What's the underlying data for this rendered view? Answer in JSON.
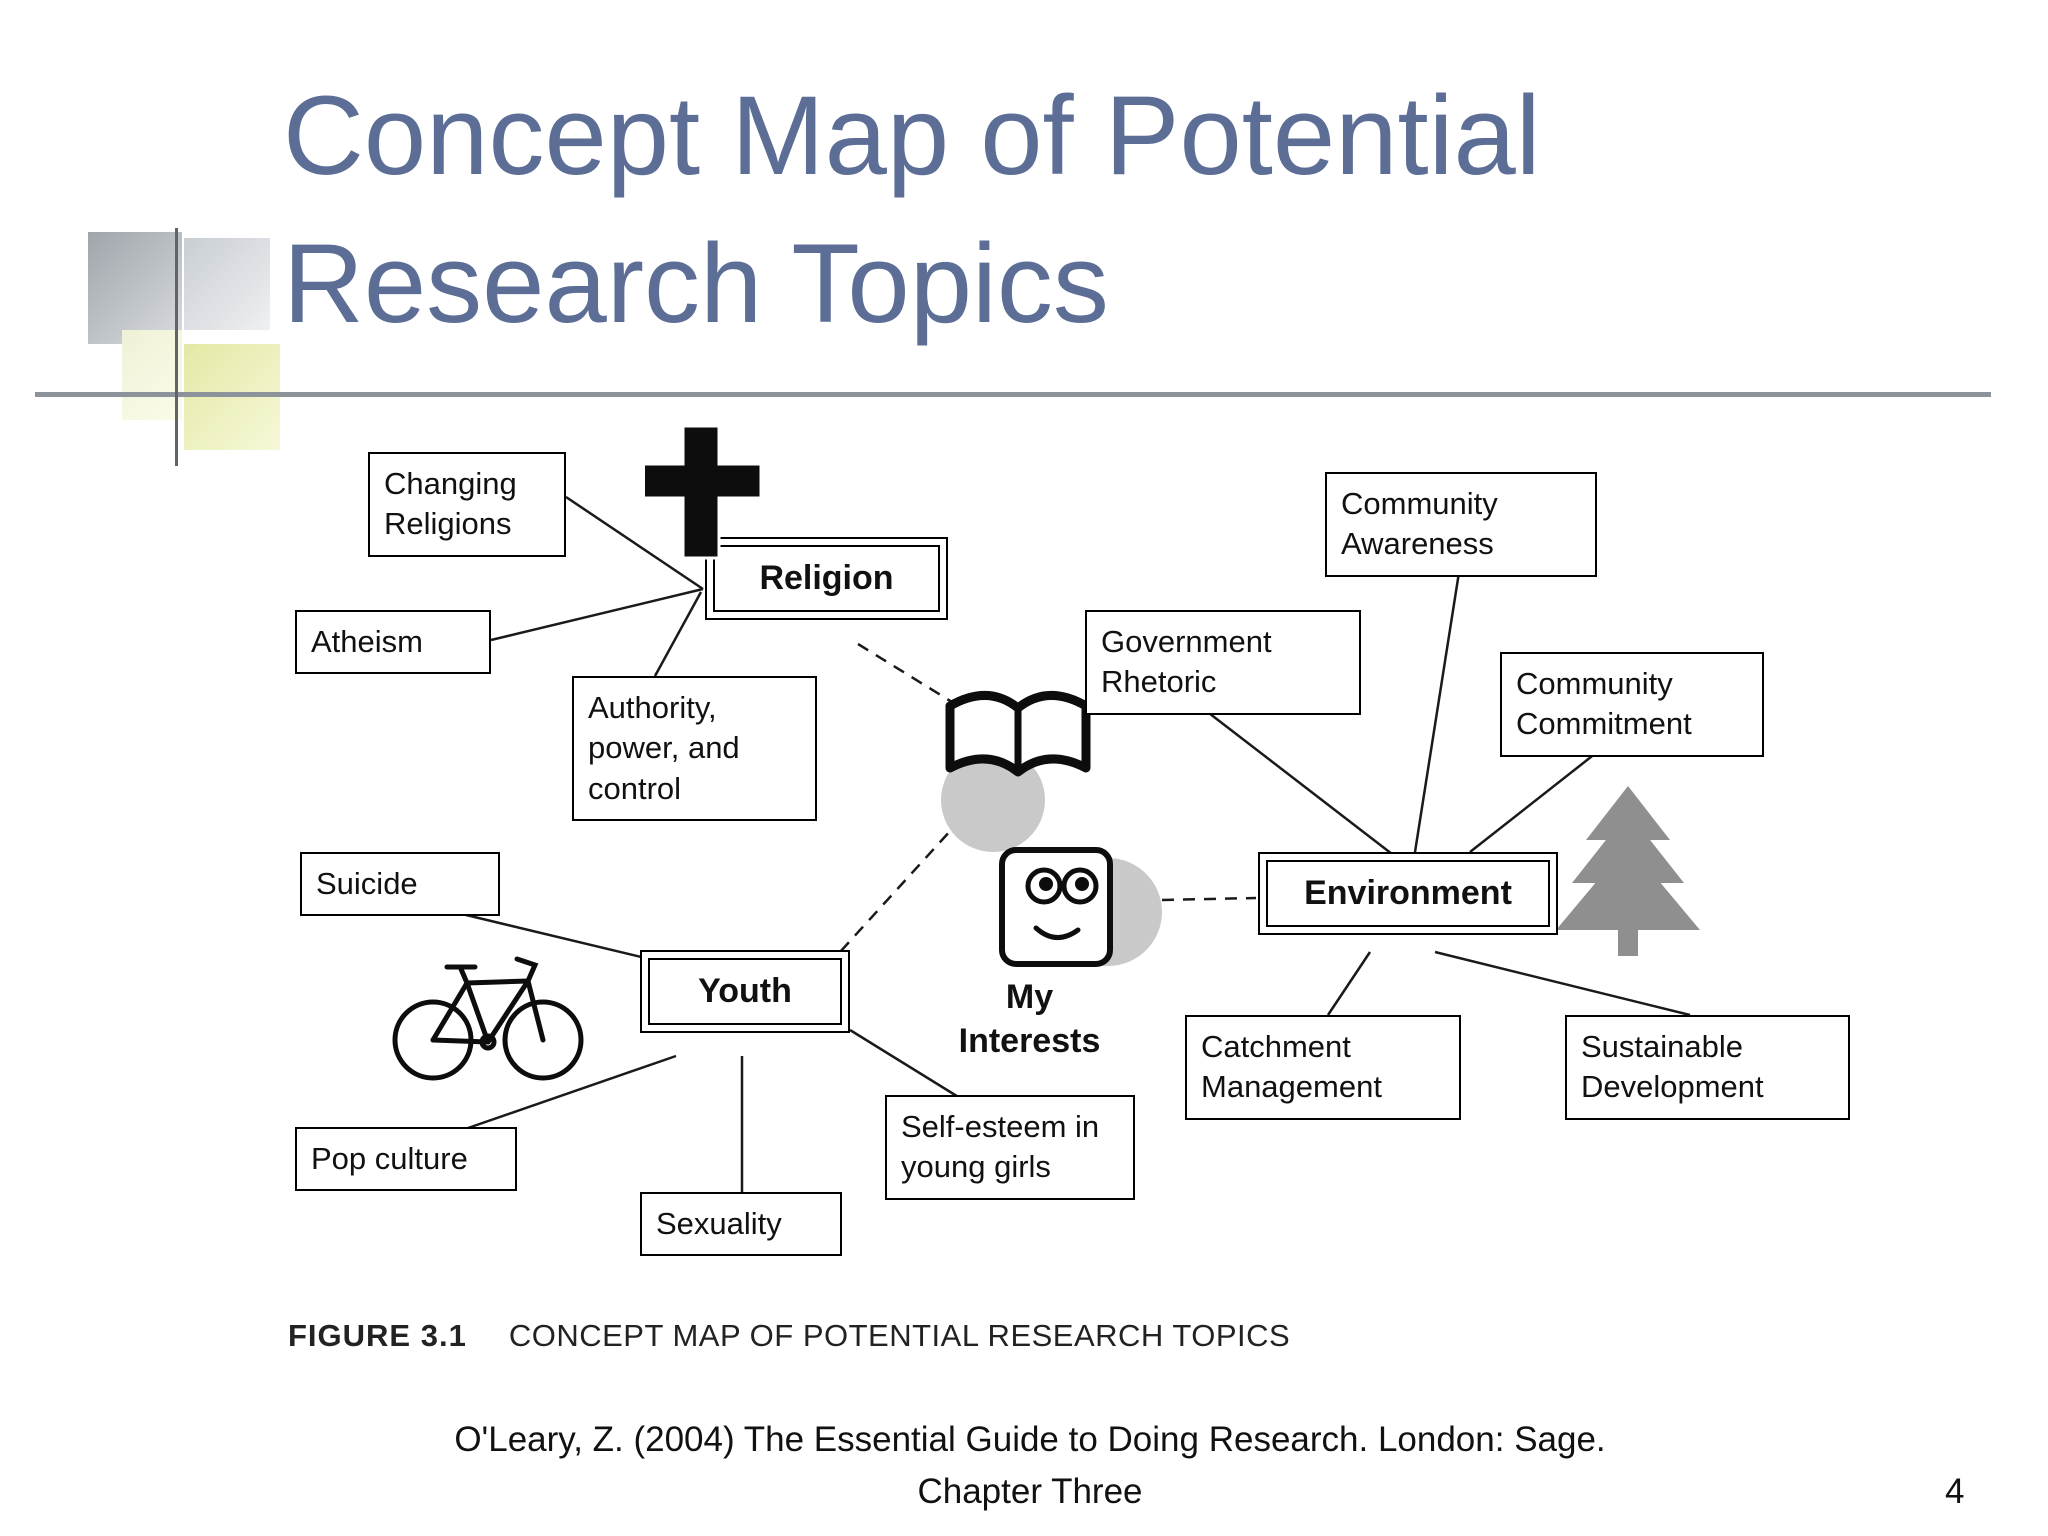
{
  "slide": {
    "title_lines": [
      "Concept Map of Potential",
      "Research Topics"
    ],
    "figure_caption": {
      "label": "FIGURE 3.1",
      "text": "CONCEPT MAP OF POTENTIAL RESEARCH TOPICS"
    },
    "footer": {
      "citation": "O'Leary, Z. (2004) The Essential Guide to Doing Research. London: Sage.",
      "chapter": "Chapter Three",
      "page_number": "4"
    }
  },
  "colors": {
    "title_text": "#5c6e95",
    "rule": "#8d939a",
    "node_border": "#000000",
    "tree": "#8f8f8f",
    "icon_circle": "#c9c9c9"
  },
  "diagram": {
    "hub_label": "My Interests",
    "main_topics": {
      "religion": "Religion",
      "youth": "Youth",
      "environment": "Environment"
    },
    "subtopics": {
      "changing_religions": "Changing Religions",
      "atheism": "Atheism",
      "authority": "Authority, power, and control",
      "suicide": "Suicide",
      "pop_culture": "Pop culture",
      "sexuality": "Sexuality",
      "self_esteem": "Self-esteem in young girls",
      "government_rhetoric": "Government Rhetoric",
      "community_awareness": "Community Awareness",
      "community_commitment": "Community Commitment",
      "catchment_management": "Catchment Management",
      "sustainable_development": "Sustainable Development"
    },
    "icons": [
      "cross-icon",
      "book-icon",
      "person-icon",
      "bicycle-icon",
      "tree-icon"
    ]
  }
}
